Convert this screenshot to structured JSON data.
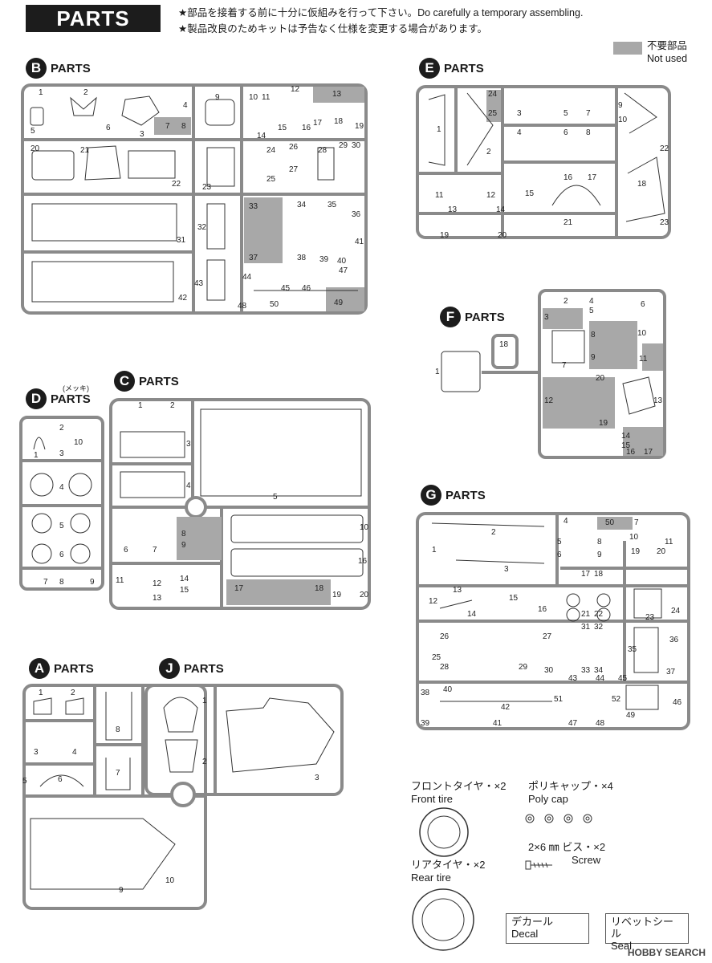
{
  "header": {
    "title": "PARTS",
    "note1": "★部品を接着する前に十分に仮組みを行って下さい。Do carefully a temporary assembling.",
    "note2": "★製品改良のためキットは予告なく仕様を変更する場合があります。"
  },
  "legend": {
    "label_jp": "不要部品",
    "label_en": "Not used",
    "color": "#a8a8a8"
  },
  "sprues": {
    "B": {
      "letter": "B",
      "label": "PARTS"
    },
    "E": {
      "letter": "E",
      "label": "PARTS"
    },
    "F": {
      "letter": "F",
      "label": "PARTS"
    },
    "C": {
      "letter": "C",
      "label": "PARTS"
    },
    "D": {
      "letter": "D",
      "label": "PARTS",
      "note": "(メッキ)"
    },
    "G": {
      "letter": "G",
      "label": "PARTS"
    },
    "A": {
      "letter": "A",
      "label": "PARTS"
    },
    "J": {
      "letter": "J",
      "label": "PARTS"
    }
  },
  "extras": {
    "front_tire_jp": "フロントタイヤ・×2",
    "front_tire_en": "Front tire",
    "rear_tire_jp": "リアタイヤ・×2",
    "rear_tire_en": "Rear tire",
    "poly_cap_jp": "ポリキャップ・×4",
    "poly_cap_en": "Poly cap",
    "screw_jp": "2×6 ㎜ ビス・×2",
    "screw_en": "Screw",
    "decal_jp": "デカール",
    "decal_en": "Decal",
    "seal_jp": "リベットシール",
    "seal_en": "Seal"
  },
  "watermark": "HOBBY SEARCH"
}
